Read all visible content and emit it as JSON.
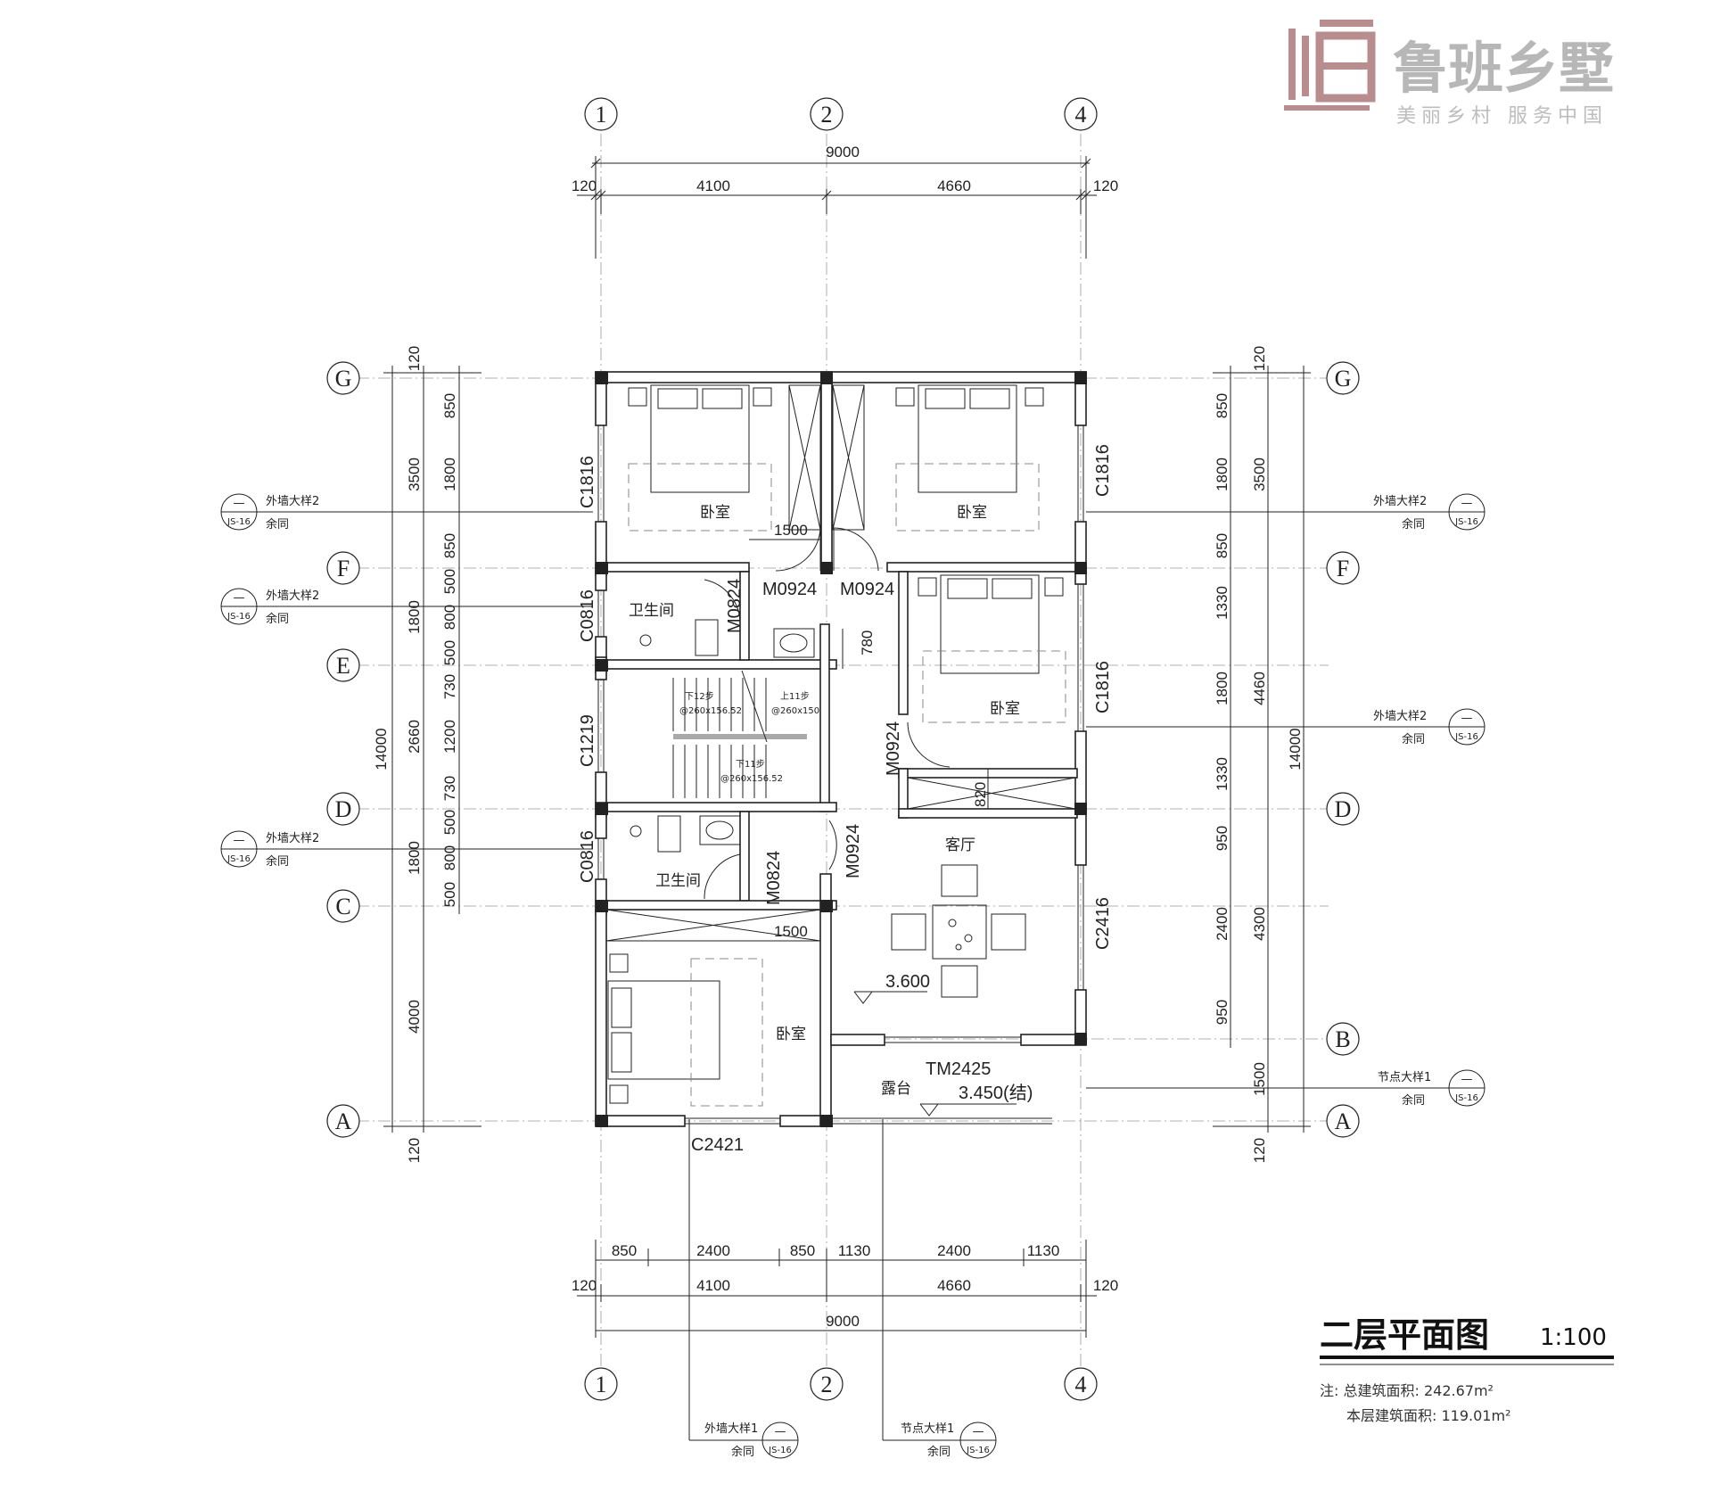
{
  "logo": {
    "name": "鲁班乡墅",
    "slogan": "美丽乡村 服务中国",
    "brand_color": "#b98d8d",
    "text_color": "#b7b7b7"
  },
  "axes": {
    "vertical": [
      "1",
      "2",
      "4"
    ],
    "horizontal": [
      "G",
      "F",
      "E",
      "D",
      "C",
      "B",
      "A"
    ]
  },
  "dims_top": {
    "overall": "9000",
    "left": "120",
    "seg1": "4100",
    "seg2": "4660",
    "right": "120"
  },
  "dims_bottom": {
    "row1": [
      "850",
      "2400",
      "850",
      "1130",
      "2400",
      "1130"
    ],
    "left": "120",
    "seg1": "4100",
    "seg2": "4660",
    "right": "120",
    "overall": "9000"
  },
  "dims_left": {
    "outer": "14000",
    "mid": [
      "120",
      "3500",
      "1800",
      "2660",
      "1800",
      "4000",
      "120"
    ],
    "inner": [
      "850",
      "1800",
      "850",
      "500",
      "800",
      "500",
      "730",
      "1200",
      "730",
      "500",
      "800",
      "500"
    ]
  },
  "dims_right": {
    "outer": "14000",
    "mid": [
      "120",
      "3500",
      "4460",
      "4300",
      "1500",
      "120"
    ],
    "inner": [
      "850",
      "1800",
      "850",
      "1330",
      "1800",
      "1330",
      "950",
      "2400",
      "950"
    ]
  },
  "rooms": {
    "bed_nw": "卧室",
    "bed_ne": "卧室",
    "bed_e": "卧室",
    "bed_sw": "卧室",
    "bath_1": "卫生间",
    "bath_2": "卫生间",
    "living": "客厅",
    "terrace": "露台"
  },
  "openings": {
    "c1816_a": "C1816",
    "c1816_b": "C1816",
    "c1816_c": "C1816",
    "c0816_a": "C0816",
    "c0816_b": "C0816",
    "c1219": "C1219",
    "c2416": "C2416",
    "c2421": "C2421",
    "m0924_a": "M0924",
    "m0924_b": "M0924",
    "m0924_c": "M0924",
    "m0924_d": "M0924",
    "m0824_a": "M0824",
    "m0824_b": "M0824",
    "tm2425": "TM2425"
  },
  "inner_dims": {
    "w1500_top": "1500",
    "w1500_bot": "1500",
    "h780": "780",
    "h820": "820"
  },
  "stairs": {
    "down12": "下12步",
    "down12_spec": "@260x156.52",
    "up11": "上11步",
    "up11_spec": "@260x150",
    "down11": "下11步",
    "down11_spec": "@260x156.52"
  },
  "levels": {
    "living": "3.600",
    "terrace": "3.450(结)"
  },
  "detail_refs": {
    "wall2": "外墙大样2",
    "wall1": "外墙大样1",
    "node1": "节点大样1",
    "same": "余同",
    "dash": "—",
    "sheet": "JS-16"
  },
  "title": {
    "name": "二层平面图",
    "scale": "1:100"
  },
  "notes": {
    "total": "注: 总建筑面积: 242.67m²",
    "floor": "本层建筑面积: 119.01m²"
  }
}
